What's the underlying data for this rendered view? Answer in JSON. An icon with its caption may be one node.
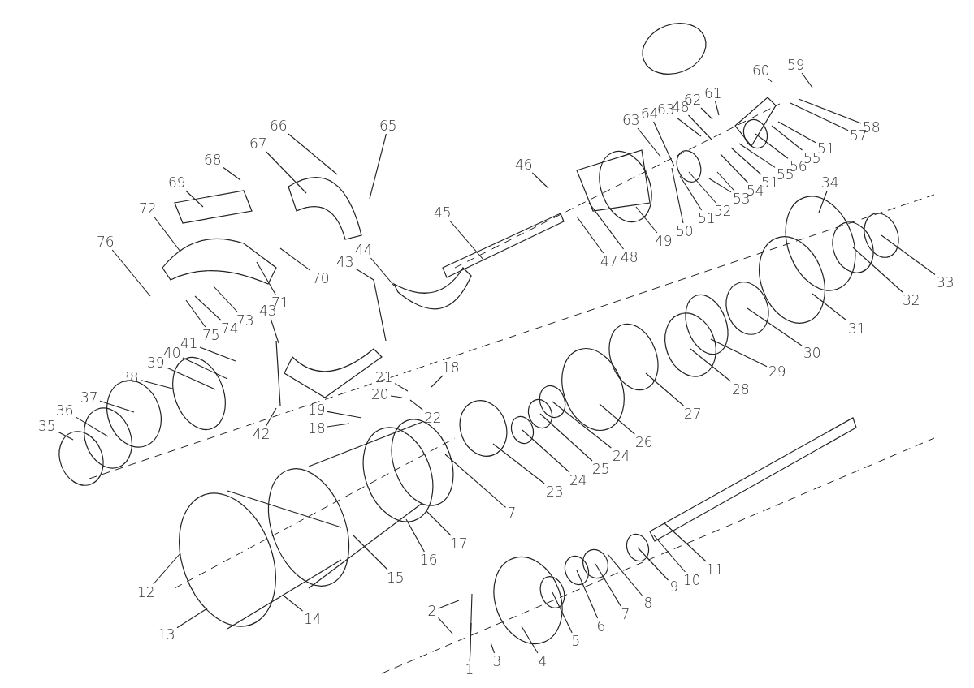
{
  "diagram": {
    "nodes": [
      {
        "text": [
          "1"
        ]
      },
      {
        "text": [
          "2"
        ]
      },
      {
        "text": [
          "3"
        ]
      },
      {
        "text": [
          "4"
        ]
      },
      {
        "text": [
          "5"
        ]
      },
      {
        "text": [
          "6"
        ]
      },
      {
        "text": [
          "7"
        ]
      },
      {
        "text": [
          "8"
        ]
      },
      {
        "text": [
          "9"
        ]
      },
      {
        "text": [
          "10"
        ]
      },
      {
        "text": [
          "11"
        ]
      },
      {
        "text": [
          "12"
        ]
      },
      {
        "text": [
          "13"
        ]
      },
      {
        "text": [
          "14"
        ]
      },
      {
        "text": [
          "15"
        ]
      },
      {
        "text": [
          "16"
        ]
      },
      {
        "text": [
          "17"
        ]
      },
      {
        "text": [
          "7"
        ]
      },
      {
        "text": [
          "18"
        ]
      },
      {
        "text": [
          "18"
        ]
      },
      {
        "text": [
          "19"
        ]
      },
      {
        "text": [
          "20"
        ]
      },
      {
        "text": [
          "21"
        ]
      },
      {
        "text": [
          "22"
        ]
      },
      {
        "text": [
          "23"
        ]
      },
      {
        "text": [
          "24"
        ]
      },
      {
        "text": [
          "25"
        ]
      },
      {
        "text": [
          "24"
        ]
      },
      {
        "text": [
          "26"
        ]
      },
      {
        "text": [
          "27"
        ]
      },
      {
        "text": [
          "28"
        ]
      },
      {
        "text": [
          "29"
        ]
      },
      {
        "text": [
          "30"
        ]
      },
      {
        "text": [
          "31"
        ]
      },
      {
        "text": [
          "32"
        ]
      },
      {
        "text": [
          "33"
        ]
      },
      {
        "text": [
          "34"
        ]
      },
      {
        "text": [
          "35"
        ]
      },
      {
        "text": [
          "36"
        ]
      },
      {
        "text": [
          "37"
        ]
      },
      {
        "text": [
          "38"
        ]
      },
      {
        "text": [
          "39"
        ]
      },
      {
        "text": [
          "40"
        ]
      },
      {
        "text": [
          "41"
        ]
      },
      {
        "text": [
          "42"
        ]
      },
      {
        "text": [
          "43"
        ]
      },
      {
        "text": [
          "43"
        ]
      },
      {
        "text": [
          "44"
        ]
      },
      {
        "text": [
          "45"
        ]
      },
      {
        "text": [
          "46"
        ]
      },
      {
        "text": [
          "47"
        ]
      },
      {
        "text": [
          "48"
        ]
      },
      {
        "text": [
          "49"
        ]
      },
      {
        "text": [
          "50"
        ]
      },
      {
        "text": [
          "51"
        ]
      },
      {
        "text": [
          "52"
        ]
      },
      {
        "text": [
          "53"
        ]
      },
      {
        "text": [
          "54"
        ]
      },
      {
        "text": [
          "51"
        ]
      },
      {
        "text": [
          "55"
        ]
      },
      {
        "text": [
          "56"
        ]
      },
      {
        "text": [
          "55"
        ]
      },
      {
        "text": [
          "51"
        ]
      },
      {
        "text": [
          "57"
        ]
      },
      {
        "text": [
          "58"
        ]
      },
      {
        "text": [
          "59"
        ]
      },
      {
        "text": [
          "60"
        ]
      },
      {
        "text": [
          "61"
        ]
      },
      {
        "text": [
          "62"
        ]
      },
      {
        "text": [
          "48"
        ]
      },
      {
        "text": [
          "63"
        ]
      },
      {
        "text": [
          "64"
        ]
      },
      {
        "text": [
          "63"
        ]
      },
      {
        "text": [
          "65"
        ]
      },
      {
        "text": [
          "66"
        ]
      },
      {
        "text": [
          "67"
        ]
      },
      {
        "text": [
          "68"
        ]
      },
      {
        "text": [
          "69"
        ]
      },
      {
        "text": [
          "70"
        ]
      },
      {
        "text": [
          "71"
        ]
      },
      {
        "text": [
          "72"
        ]
      },
      {
        "text": [
          "73"
        ]
      },
      {
        "text": [
          "74"
        ]
      },
      {
        "text": [
          "75"
        ]
      },
      {
        "text": [
          "76"
        ]
      }
    ],
    "edges": [
      {
        "from": 0,
        "to": null,
        "arrow": "none"
      },
      {
        "from": 0,
        "to": null,
        "arrow": "none"
      },
      {
        "from": 1,
        "to": null,
        "arrow": "none"
      },
      {
        "from": 1,
        "to": null,
        "arrow": "none"
      },
      {
        "from": 2,
        "to": null,
        "arrow": "none"
      },
      {
        "from": 3,
        "to": null,
        "arrow": "none"
      },
      {
        "from": 4,
        "to": null,
        "arrow": "none"
      },
      {
        "from": 5,
        "to": null,
        "arrow": "none"
      },
      {
        "from": 6,
        "to": null,
        "arrow": "none"
      },
      {
        "from": 7,
        "to": null,
        "arrow": "none"
      },
      {
        "from": 8,
        "to": null,
        "arrow": "none"
      },
      {
        "from": 9,
        "to": null,
        "arrow": "none"
      },
      {
        "from": 10,
        "to": null,
        "arrow": "none"
      },
      {
        "from": 11,
        "to": null,
        "arrow": "none"
      },
      {
        "from": 12,
        "to": null,
        "arrow": "none"
      },
      {
        "from": 13,
        "to": null,
        "arrow": "none"
      },
      {
        "from": 14,
        "to": null,
        "arrow": "none"
      },
      {
        "from": 15,
        "to": null,
        "arrow": "none"
      },
      {
        "from": 16,
        "to": null,
        "arrow": "none"
      },
      {
        "from": 17,
        "to": null,
        "arrow": "none"
      },
      {
        "from": 18,
        "to": null,
        "arrow": "none"
      },
      {
        "from": 19,
        "to": null,
        "arrow": "none"
      },
      {
        "from": 20,
        "to": null,
        "arrow": "none"
      },
      {
        "from": 21,
        "to": null,
        "arrow": "none"
      },
      {
        "from": 22,
        "to": null,
        "arrow": "none"
      },
      {
        "from": 23,
        "to": null,
        "arrow": "none"
      },
      {
        "from": 24,
        "to": null,
        "arrow": "none"
      },
      {
        "from": 25,
        "to": null,
        "arrow": "none"
      },
      {
        "from": 26,
        "to": null,
        "arrow": "none"
      },
      {
        "from": 27,
        "to": null,
        "arrow": "none"
      },
      {
        "from": 28,
        "to": null,
        "arrow": "none"
      },
      {
        "from": 29,
        "to": null,
        "arrow": "none"
      },
      {
        "from": 30,
        "to": null,
        "arrow": "none"
      },
      {
        "from": 31,
        "to": null,
        "arrow": "none"
      },
      {
        "from": 32,
        "to": null,
        "arrow": "none"
      },
      {
        "from": 33,
        "to": null,
        "arrow": "none"
      },
      {
        "from": 34,
        "to": null,
        "arrow": "none"
      },
      {
        "from": 35,
        "to": null,
        "arrow": "none"
      },
      {
        "from": 36,
        "to": null,
        "arrow": "none"
      },
      {
        "from": 37,
        "to": null,
        "arrow": "none"
      },
      {
        "from": 38,
        "to": null,
        "arrow": "none"
      },
      {
        "from": 39,
        "to": null,
        "arrow": "none"
      },
      {
        "from": 40,
        "to": null,
        "arrow": "none"
      },
      {
        "from": 41,
        "to": null,
        "arrow": "none"
      },
      {
        "from": 42,
        "to": null,
        "arrow": "none"
      },
      {
        "from": 43,
        "to": null,
        "arrow": "none"
      },
      {
        "from": 44,
        "to": null,
        "arrow": "none"
      },
      {
        "from": 45,
        "to": null,
        "arrow": "none"
      },
      {
        "from": 46,
        "to": null,
        "arrow": "none"
      },
      {
        "from": 47,
        "to": null,
        "arrow": "none"
      },
      {
        "from": 48,
        "to": null,
        "arrow": "none"
      },
      {
        "from": 49,
        "to": null,
        "arrow": "none"
      },
      {
        "from": 50,
        "to": null,
        "arrow": "none"
      },
      {
        "from": 51,
        "to": null,
        "arrow": "none"
      },
      {
        "from": 52,
        "to": null,
        "arrow": "none"
      },
      {
        "from": 53,
        "to": null,
        "arrow": "none"
      },
      {
        "from": 54,
        "to": null,
        "arrow": "none"
      },
      {
        "from": 55,
        "to": null,
        "arrow": "none"
      },
      {
        "from": 56,
        "to": null,
        "arrow": "none"
      },
      {
        "from": 56,
        "to": null,
        "arrow": "none"
      },
      {
        "from": 57,
        "to": null,
        "arrow": "none"
      },
      {
        "from": 58,
        "to": null,
        "arrow": "none"
      },
      {
        "from": 59,
        "to": null,
        "arrow": "none"
      },
      {
        "from": 60,
        "to": null,
        "arrow": "none"
      },
      {
        "from": 61,
        "to": null,
        "arrow": "none"
      },
      {
        "from": 62,
        "to": null,
        "arrow": "none"
      },
      {
        "from": 63,
        "to": null,
        "arrow": "none"
      },
      {
        "from": 64,
        "to": null,
        "arrow": "none"
      },
      {
        "from": 65,
        "to": null,
        "arrow": "none"
      },
      {
        "from": 66,
        "to": null,
        "arrow": "none"
      },
      {
        "from": 67,
        "to": null,
        "arrow": "none"
      },
      {
        "from": 68,
        "to": null,
        "arrow": "none"
      },
      {
        "from": 69,
        "to": null,
        "arrow": "none"
      },
      {
        "from": 70,
        "to": null,
        "arrow": "none"
      },
      {
        "from": 71,
        "to": null,
        "arrow": "none"
      },
      {
        "from": 72,
        "to": null,
        "arrow": "none"
      },
      {
        "from": 73,
        "to": null,
        "arrow": "none"
      },
      {
        "from": 74,
        "to": null,
        "arrow": "none"
      },
      {
        "from": 75,
        "to": null,
        "arrow": "none"
      },
      {
        "from": 76,
        "to": null,
        "arrow": "none"
      },
      {
        "from": 77,
        "to": null,
        "arrow": "none"
      },
      {
        "from": 78,
        "to": null,
        "arrow": "none"
      },
      {
        "from": 79,
        "to": null,
        "arrow": "none"
      },
      {
        "from": 80,
        "to": null,
        "arrow": "none"
      },
      {
        "from": 81,
        "to": null,
        "arrow": "none"
      },
      {
        "from": 82,
        "to": null,
        "arrow": "none"
      },
      {
        "from": 83,
        "to": null,
        "arrow": "none"
      },
      {
        "from": 84,
        "to": null,
        "arrow": "none"
      }
    ]
  }
}
